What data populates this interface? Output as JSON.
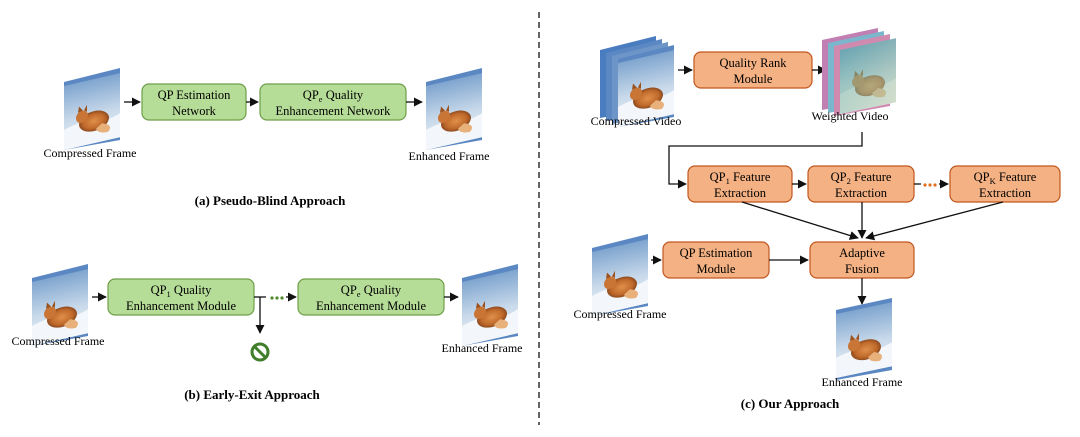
{
  "colors": {
    "green_fill": "#b6dd98",
    "green_stroke": "#6f9e4a",
    "orange_fill": "#f4b183",
    "orange_stroke": "#c2571f",
    "arrow": "#111111",
    "divider": "#222222",
    "stop_icon": "#3f7f2b",
    "ellipsis_green": "#4f8a2c",
    "ellipsis_orange": "#e07020"
  },
  "panel_a": {
    "caption": "(a) Pseudo-Blind Approach",
    "input_label": "Compressed Frame",
    "output_label": "Enhanced Frame",
    "box1": {
      "line1": "QP Estimation",
      "line2": "Network"
    },
    "box2": {
      "qp": "QP",
      "sub": "e",
      "line1_rest": " Quality",
      "line2": "Enhancement Network"
    }
  },
  "panel_b": {
    "caption": "(b) Early-Exit Approach",
    "input_label": "Compressed Frame",
    "output_label": "Enhanced Frame",
    "box1": {
      "qp": "QP",
      "sub": "1",
      "line1_rest": " Quality",
      "line2": "Enhancement Module"
    },
    "box2": {
      "qp": "QP",
      "sub": "e",
      "line1_rest": " Quality",
      "line2": "Enhancement Module"
    }
  },
  "panel_c": {
    "caption": "(c) Our Approach",
    "video_label": "Compressed Video",
    "weighted_label": "Weighted Video",
    "frame_label": "Compressed Frame",
    "output_label": "Enhanced Frame",
    "rank": {
      "line1": "Quality Rank",
      "line2": "Module"
    },
    "feat1": {
      "qp": "QP",
      "sub": "1",
      "line1_rest": " Feature",
      "line2": "Extraction"
    },
    "feat2": {
      "qp": "QP",
      "sub": "2",
      "line1_rest": " Feature",
      "line2": "Extraction"
    },
    "featK": {
      "qp": "QP",
      "sub": "K",
      "line1_rest": " Feature",
      "line2": "Extraction"
    },
    "qpest": {
      "line1": "QP Estimation",
      "line2": "Module"
    },
    "fusion": {
      "line1": "Adaptive",
      "line2": "Fusion"
    }
  }
}
